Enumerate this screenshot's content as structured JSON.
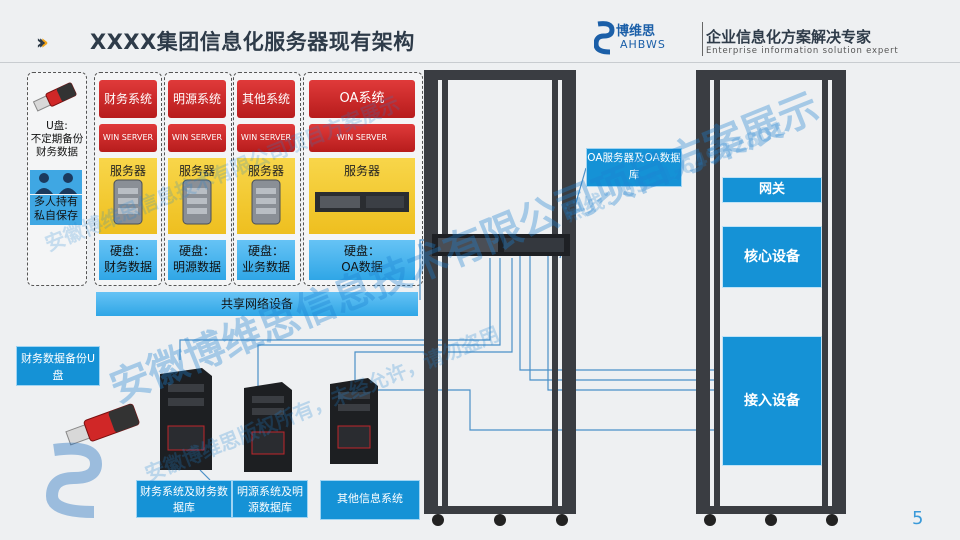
{
  "header": {
    "title": "XXXX集团信息化服务器现有架构",
    "brand_name": "博维思",
    "brand_sub": "AHBWS",
    "slogan": "企业信息化方案解决专家",
    "slogan_sub": "Enterprise information solution expert"
  },
  "usb_box": {
    "label": "U盘:\n不定期备份财务数据",
    "people_label": "多人持有私自保存"
  },
  "server_columns": [
    {
      "name": "财务系统",
      "os": "WIN SERVER",
      "server": "服务器",
      "disk": "硬盘：\n财务数据"
    },
    {
      "name": "明源系统",
      "os": "WIN SERVER",
      "server": "服务器",
      "disk": "硬盘：\n明源数据"
    },
    {
      "name": "其他系统",
      "os": "WIN SERVER",
      "server": "服务器",
      "disk": "硬盘：\n业务数据"
    },
    {
      "name": "OA系统",
      "os": "WIN SERVER",
      "server": "服务器",
      "disk": "硬盘：\nOA数据"
    }
  ],
  "shared_network": "共享网络设备",
  "usb_backup_label": "财务数据备份U盘",
  "tower_labels": [
    "财务系统及财务数据库",
    "明源系统及明源数据库",
    "其他信息系统"
  ],
  "oa_callout": "OA服务器及OA数据库",
  "rack_right": {
    "gateway": "网关",
    "core": "核心设备",
    "access": "接入设备"
  },
  "watermarks": {
    "big": "安徽博维思信息技术有限公司项目方案展示",
    "small": "安徽博维思版权所有，未经允许，请勿盗用",
    "phone": "热线：0551-64932801"
  },
  "page_number": "5"
}
